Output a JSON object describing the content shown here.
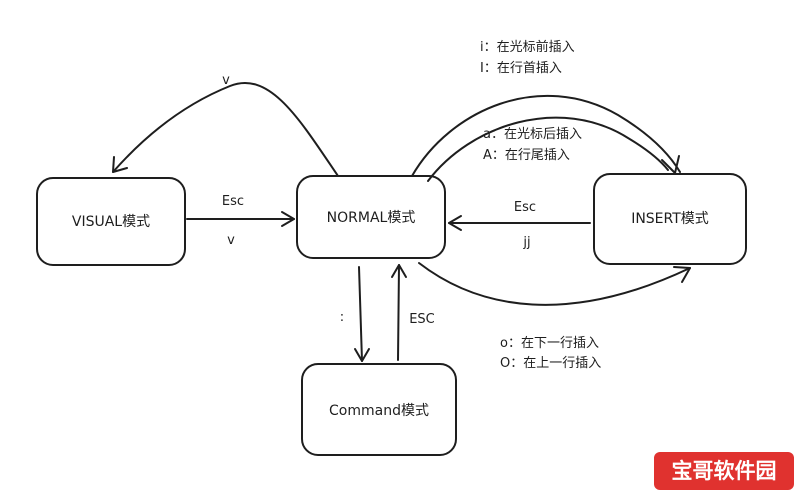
{
  "nodes": {
    "visual": "VISUAL模式",
    "normal": "NORMAL模式",
    "insert": "INSERT模式",
    "command": "Command模式"
  },
  "edges": {
    "normal_to_visual": "v",
    "visual_to_normal_esc": "Esc",
    "visual_to_normal_v": "v",
    "insert_to_normal_esc": "Esc",
    "insert_to_normal_jj": "jj",
    "normal_to_command": ":",
    "command_to_normal": "ESC"
  },
  "notes": {
    "i_cmd": "i：在光标前插入",
    "I_cmd": "I：在行首插入",
    "a_cmd": "a：在光标后插入",
    "A_cmd": "A：在行尾插入",
    "o_cmd": "o：在下一行插入",
    "O_cmd": "O：在上一行插入"
  },
  "watermark": "宝哥软件园",
  "colors": {
    "stroke": "#1e1e1e",
    "watermark": "#e0322f"
  }
}
